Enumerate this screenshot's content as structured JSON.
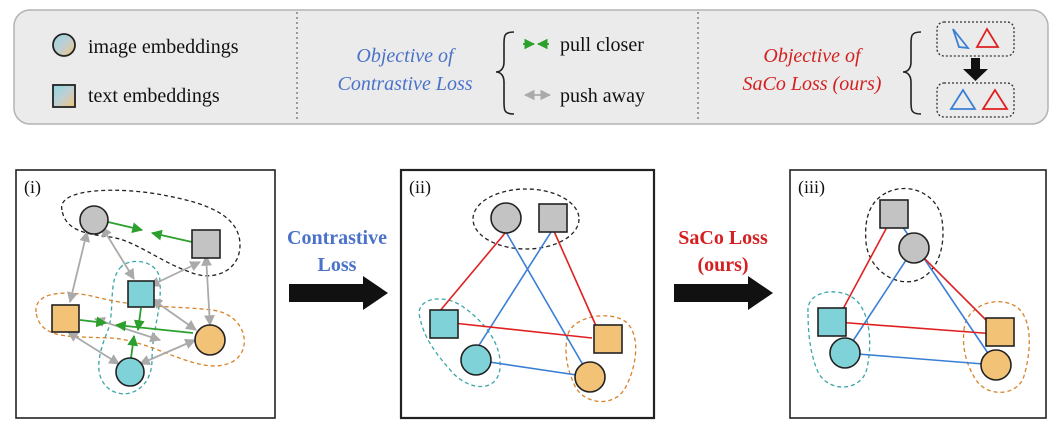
{
  "legend": {
    "image_embeddings": "image embeddings",
    "text_embeddings": "text embeddings",
    "contrastive_objective_line1": "Objective of",
    "contrastive_objective_line2": "Contrastive Loss",
    "pull_closer": "pull closer",
    "push_away": "push away",
    "saco_objective_line1": "Objective of",
    "saco_objective_line2": "SaCo Loss (ours)"
  },
  "panels": {
    "panel1_label": "(i)",
    "panel2_label": "(ii)",
    "panel3_label": "(iii)"
  },
  "arrows": {
    "contrastive_line1": "Contrastive",
    "contrastive_line2": "Loss",
    "saco_line1": "SaCo Loss",
    "saco_line2": "(ours)"
  },
  "colors": {
    "gray_fill": "#c3c3c3",
    "teal_fill": "#7fd3d8",
    "orange_fill": "#f2c277",
    "blue_line": "#3a7fd5",
    "red_line": "#e02020",
    "green_arrow": "#2ca02c",
    "gray_arrow": "#aaaaaa",
    "blue_text": "#4a72c8",
    "red_text": "#d42020",
    "legend_bg": "#ebebeb"
  }
}
